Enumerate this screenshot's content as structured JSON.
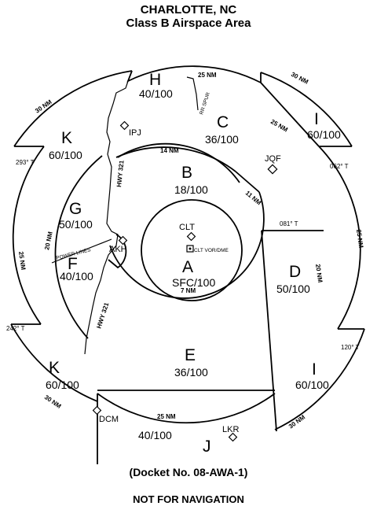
{
  "header": {
    "title": "CHARLOTTE, NC",
    "subtitle": "Class B Airspace Area"
  },
  "footer": {
    "docket": "(Docket No. 08-AWA-1)",
    "notice": "NOT FOR NAVIGATION"
  },
  "areas": {
    "A": {
      "letter": "A",
      "alt": "SFC/100"
    },
    "B": {
      "letter": "B",
      "alt": "18/100"
    },
    "C": {
      "letter": "C",
      "alt": "36/100"
    },
    "D": {
      "letter": "D",
      "alt": "50/100"
    },
    "E": {
      "letter": "E",
      "alt": "36/100"
    },
    "F": {
      "letter": "F",
      "alt": "40/100"
    },
    "G": {
      "letter": "G",
      "alt": "50/100"
    },
    "H": {
      "letter": "H",
      "alt": "40/100"
    },
    "I_ne": {
      "letter": "I",
      "alt": "60/100"
    },
    "I_se": {
      "letter": "I",
      "alt": "60/100"
    },
    "K_nw": {
      "letter": "K",
      "alt": "60/100"
    },
    "K_sw": {
      "letter": "K",
      "alt": "60/100"
    },
    "J": {
      "letter": "J",
      "alt": "40/100"
    }
  },
  "rings": {
    "nm7": "7 NM",
    "nm11": "11 NM",
    "nm14": "14 NM",
    "nm20_w": "20 NM",
    "nm20_e": "20 NM",
    "nm25_n": "25 NM",
    "nm25_ne": "25 NM",
    "nm25_w": "25 NM",
    "nm25_e": "25 NM",
    "nm25_s": "25 NM",
    "nm30_nw": "30 NM",
    "nm30_ne": "30 NM",
    "nm30_sw": "30 NM",
    "nm30_se": "30 NM"
  },
  "bearings": {
    "b293": "293° T",
    "b062": "062° T",
    "b081": "081° T",
    "b242": "242° T",
    "b120": "120° T"
  },
  "features": {
    "clt": "CLT",
    "clt_vor": "CLT VOR/DME",
    "ipj": "IPJ",
    "jqf": "JQF",
    "akh": "AKH",
    "dcm": "DCM",
    "lkr": "LKR",
    "hwy321_n": "HWY 321",
    "hwy321_s": "HWY 321",
    "power_lines": "POWER LINES",
    "rr_spur": "RR SPUR"
  },
  "colors": {
    "ink": "#000000",
    "paper": "#ffffff"
  },
  "icons": [
    "vor-dme-icon",
    "airport-icon"
  ]
}
